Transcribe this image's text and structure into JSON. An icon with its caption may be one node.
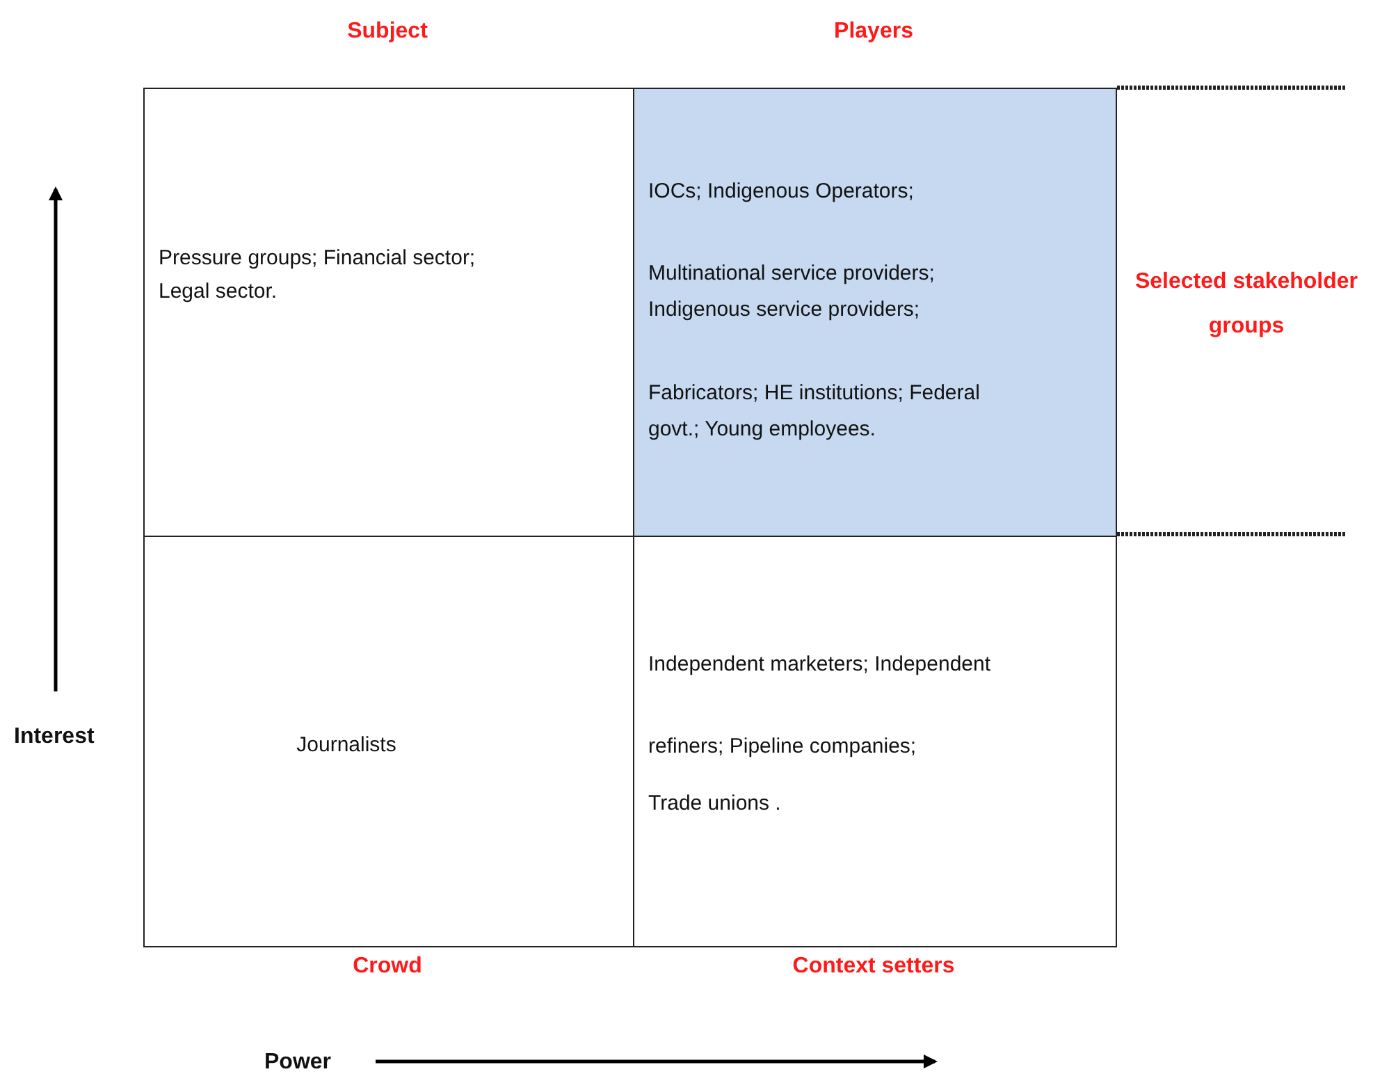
{
  "diagram": {
    "nodes": [
      {
        "text": [
          "Subject",
          "Pressure groups; Financial sector; Legal sector."
        ]
      },
      {
        "text": [
          "Players",
          "IOCs; Indigenous Operators;",
          "Multinational service providers; Indigenous service providers;",
          "Fabricators;  HE  institutions; Federal govt.;  Young employees."
        ],
        "beside": [
          "Selected stakeholder groups"
        ]
      },
      {
        "text": [
          "Journalists",
          "Crowd"
        ]
      },
      {
        "text": [
          "Independent  marketers; Independent refiners; Pipeline companies;",
          "Trade unions .",
          "Context setters"
        ]
      }
    ],
    "edges": [],
    "labels": [
      "Interest",
      "Power"
    ]
  }
}
